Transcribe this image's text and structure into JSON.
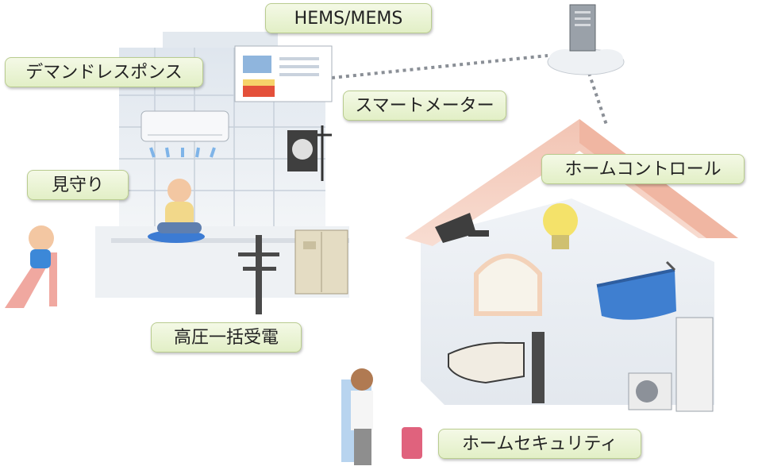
{
  "labels": {
    "hems": "HEMS/MEMS",
    "demand_response": "デマンドレスポンス",
    "smart_meter": "スマートメーター",
    "home_control": "ホームコントロール",
    "mimamori": "見守り",
    "high_voltage": "高圧一括受電",
    "home_security": "ホームセキュリティ"
  }
}
